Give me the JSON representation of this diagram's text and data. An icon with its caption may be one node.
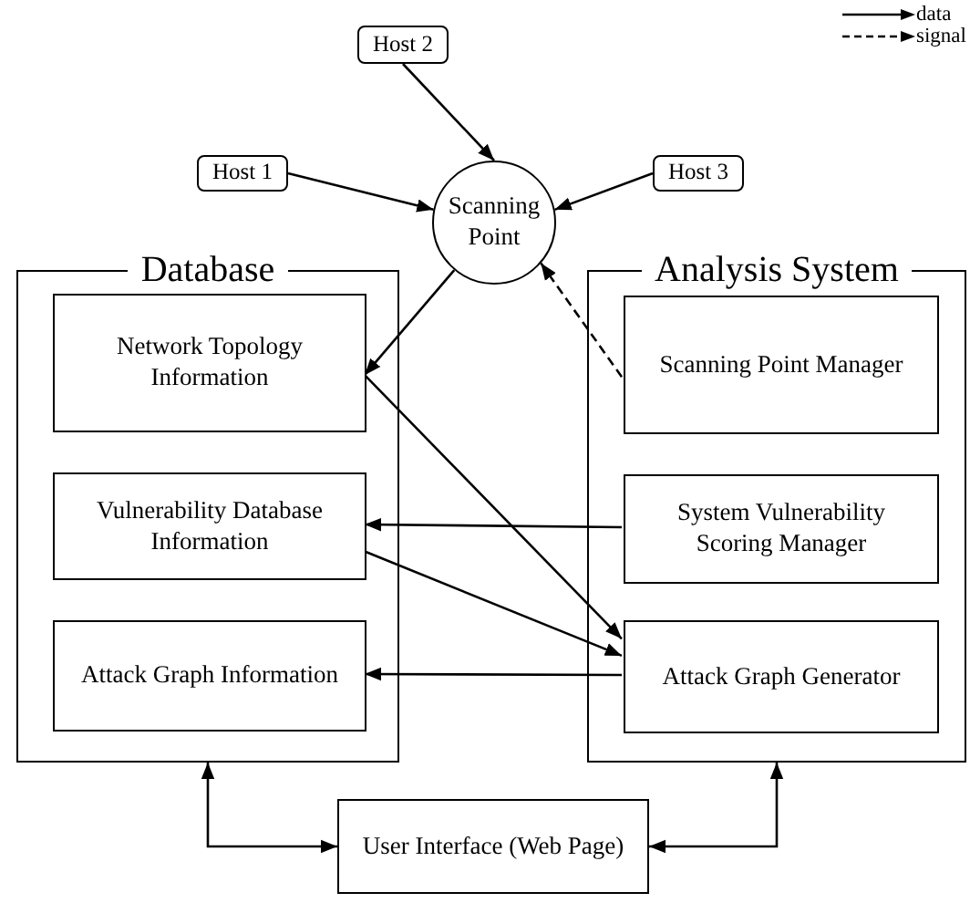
{
  "diagram": {
    "nodes": [
      {
        "text": [
          "Host 2"
        ]
      },
      {
        "text": [
          "Host 1"
        ]
      },
      {
        "text": [
          "Scanning Point"
        ]
      },
      {
        "text": [
          "Host 3"
        ]
      },
      {
        "text": [
          "Database"
        ]
      },
      {
        "text": [
          "Network Topology Information"
        ],
        "in": 4
      },
      {
        "text": [
          "Vulnerability Database Information"
        ],
        "in": 4
      },
      {
        "text": [
          "Attack Graph Information"
        ],
        "in": 4
      },
      {
        "text": [
          "Analysis System"
        ]
      },
      {
        "text": [
          "Scanning Point Manager"
        ],
        "in": 8
      },
      {
        "text": [
          "System Vulnerability Scoring Manager"
        ],
        "in": 8
      },
      {
        "text": [
          "Attack Graph Generator"
        ],
        "in": 8
      },
      {
        "text": [
          "User Interface (Web Page)"
        ]
      }
    ],
    "edges": [
      {
        "from": 0,
        "to": 2,
        "arrow": "to"
      },
      {
        "from": 1,
        "to": 2,
        "arrow": "to"
      },
      {
        "from": 3,
        "to": 2,
        "arrow": "to"
      },
      {
        "from": 2,
        "to": 5,
        "arrow": "to"
      },
      {
        "from": 9,
        "to": 2,
        "arrow": "to",
        "style": "dashed"
      },
      {
        "from": 5,
        "to": 11,
        "arrow": "to"
      },
      {
        "from": 10,
        "to": 6,
        "arrow": "to"
      },
      {
        "from": 6,
        "to": 11,
        "arrow": "to"
      },
      {
        "from": 11,
        "to": 7,
        "arrow": "to"
      },
      {
        "from": 4,
        "to": 12,
        "arrow": "both"
      },
      {
        "from": 8,
        "to": 12,
        "arrow": "both"
      }
    ],
    "legend": [
      {
        "text": "data"
      },
      {
        "text": "signal"
      }
    ]
  }
}
